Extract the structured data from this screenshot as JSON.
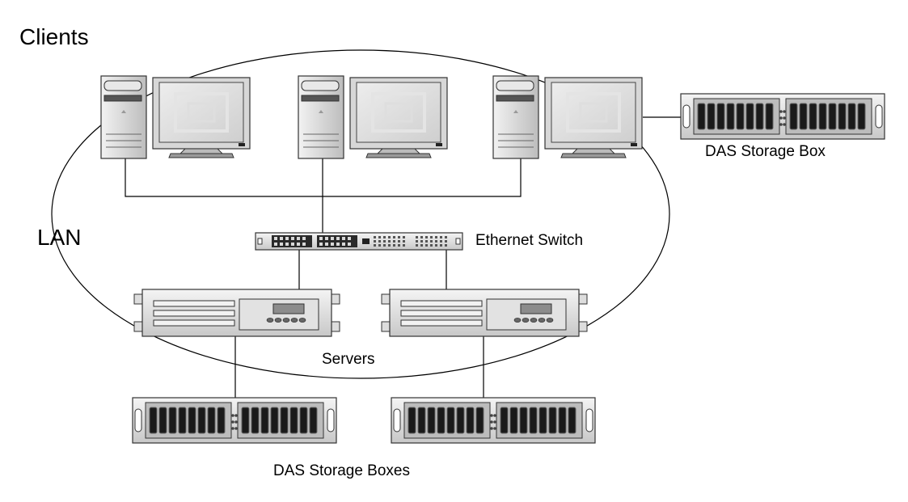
{
  "labels": {
    "clients": "Clients",
    "lan": "LAN",
    "ethernet_switch": "Ethernet Switch",
    "das_storage_box": "DAS Storage Box",
    "servers": "Servers",
    "das_storage_boxes": "DAS Storage Boxes"
  },
  "nodes": [
    {
      "id": "client-1",
      "kind": "client",
      "icon": "desktop-computer-icon"
    },
    {
      "id": "client-2",
      "kind": "client",
      "icon": "desktop-computer-icon"
    },
    {
      "id": "client-3",
      "kind": "client",
      "icon": "desktop-computer-icon"
    },
    {
      "id": "ethernet-switch",
      "kind": "switch",
      "icon": "network-switch-icon"
    },
    {
      "id": "server-1",
      "kind": "server",
      "icon": "rack-server-icon"
    },
    {
      "id": "server-2",
      "kind": "server",
      "icon": "rack-server-icon"
    },
    {
      "id": "das-box-client",
      "kind": "storage",
      "icon": "storage-array-icon"
    },
    {
      "id": "das-box-1",
      "kind": "storage",
      "icon": "storage-array-icon"
    },
    {
      "id": "das-box-2",
      "kind": "storage",
      "icon": "storage-array-icon"
    }
  ],
  "edges": [
    {
      "from": "client-1",
      "to": "ethernet-switch"
    },
    {
      "from": "client-2",
      "to": "ethernet-switch"
    },
    {
      "from": "client-3",
      "to": "ethernet-switch"
    },
    {
      "from": "client-3",
      "to": "das-box-client"
    },
    {
      "from": "ethernet-switch",
      "to": "server-1"
    },
    {
      "from": "ethernet-switch",
      "to": "server-2"
    },
    {
      "from": "server-1",
      "to": "das-box-1"
    },
    {
      "from": "server-2",
      "to": "das-box-2"
    }
  ]
}
